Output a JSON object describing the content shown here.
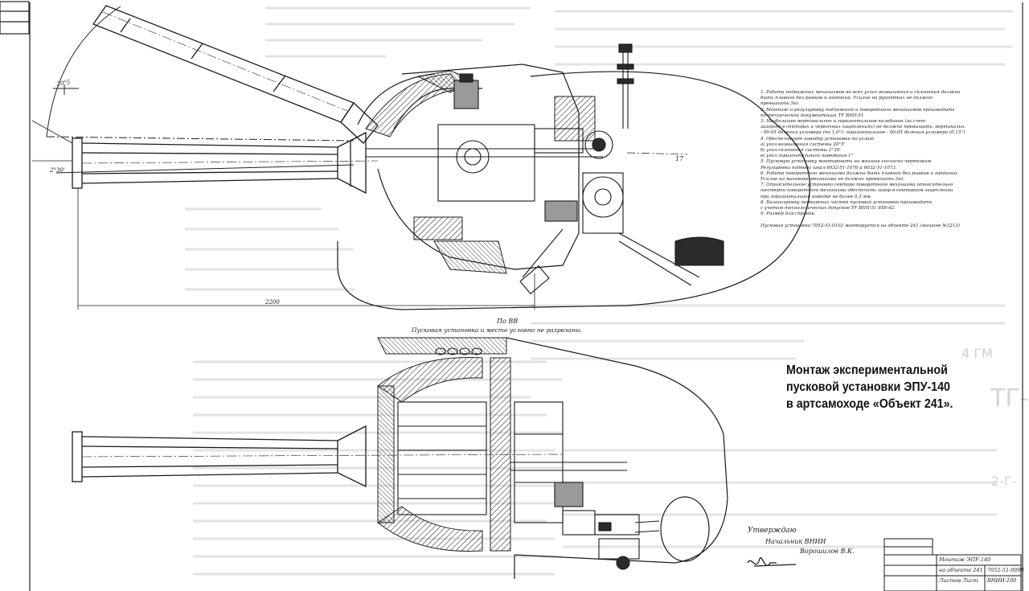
{
  "caption": {
    "line1": "Монтаж экспериментальной",
    "line2": "пусковой установки ЭПУ-140",
    "line3": "в артсамоходе «Объект 241»."
  },
  "drawing": {
    "view_label": "По ВВ",
    "view_note": "Пусковая установка и место условно не разрезаны.",
    "dim_angle_1": "20°5",
    "dim_angle_2": "2°30'",
    "dim_length": "2200",
    "arrow_label": "17",
    "approved_label": "Утверждаю",
    "approved_role": "Начальник ВНИИ",
    "approved_name": "Ворошилов В.К."
  },
  "notes": [
    "1. Работа подвижных механизмов во всех углах возвышения и склонения должна",
    "быть плавной без рывков и заеданий. Усилие на рукоятках не должно",
    "превышать 3кг.",
    "2. Монтаж и регулировку подъемного и поворотного механизмов производить",
    "по технической документации ТУ ВНII-51",
    "3. Наибольшее вертикальное и горизонтальное колебание (за счет",
    "зазоров) в секторах и червячных зацеплениях) не должно превышать: вертикальн.",
    "- 00-05 деления угломера (по 1,0°); горизонтальное - 00-05 деления угломера (0,15°)",
    "4. Обеспечивают наводку установки по углам:",
    "а) угол возвышения системы 20°5'",
    "б) угол склонения системы 2°30'",
    "в) угол горизонтального наведения 1°",
    "5. Пусковую установку монтировать на машине согласно чертежам",
    "Регулировка подвода шкал 6032-51-1076 и 6032-51-1073.",
    "6. Работа поворотного механизма должна быть плавной без рывков и заеданий.",
    "Усилие на маховике механизма не должно превышать 3кг.",
    "7. Относительное установка сектора поворотного механизма относительно",
    "шестерни поворотного механизма обеспечить зазор в секторном зацеплении",
    "при горизонтальной наводке не более 0,3 мм.",
    "8. Балансировку подвижных частей пусковой установки производить",
    "с учетом технологических допусков ТУ ВНII-51 858-42.",
    "9. Размер для справок.",
    "Пусковая установка 7052-51-0102 монтируется на объекте 241 (машине №3213)"
  ],
  "stamp": {
    "title_a": "Монтаж ЭПУ-140",
    "title_b": "на объекте 241",
    "code": "7052-51-0098",
    "sheet": "Листов Лист",
    "org": "ВНИИ-100"
  },
  "colors": {
    "line": "#1a1a1a",
    "hatch": "#444444",
    "fill_dark": "#2b2b2b",
    "fill_mid": "#9a9a9a",
    "bleed_text": "#cfcfcf"
  }
}
